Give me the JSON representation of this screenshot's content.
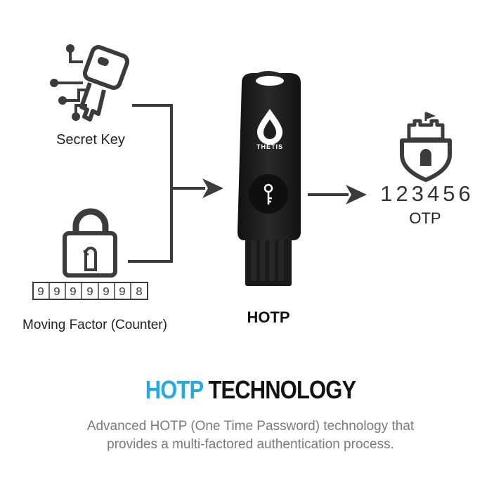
{
  "inputs": {
    "secret_key": "Secret Key",
    "moving_factor": "Moving Factor (Counter)",
    "counter_digits": [
      "9",
      "9",
      "9",
      "9",
      "9",
      "9",
      "8"
    ]
  },
  "device": {
    "brand": "THETIS",
    "caption": "HOTP"
  },
  "output": {
    "code": "123456",
    "label": "OTP"
  },
  "heading": {
    "highlight": "HOTP",
    "rest": " TECHNOLOGY"
  },
  "description": {
    "line1": "Advanced HOTP (One Time Password) technology that",
    "line2": "provides a multi-factored authentication process."
  },
  "colors": {
    "accent": "#29a8df",
    "icon": "#3b3b3b",
    "device": "#1c1c1c"
  }
}
